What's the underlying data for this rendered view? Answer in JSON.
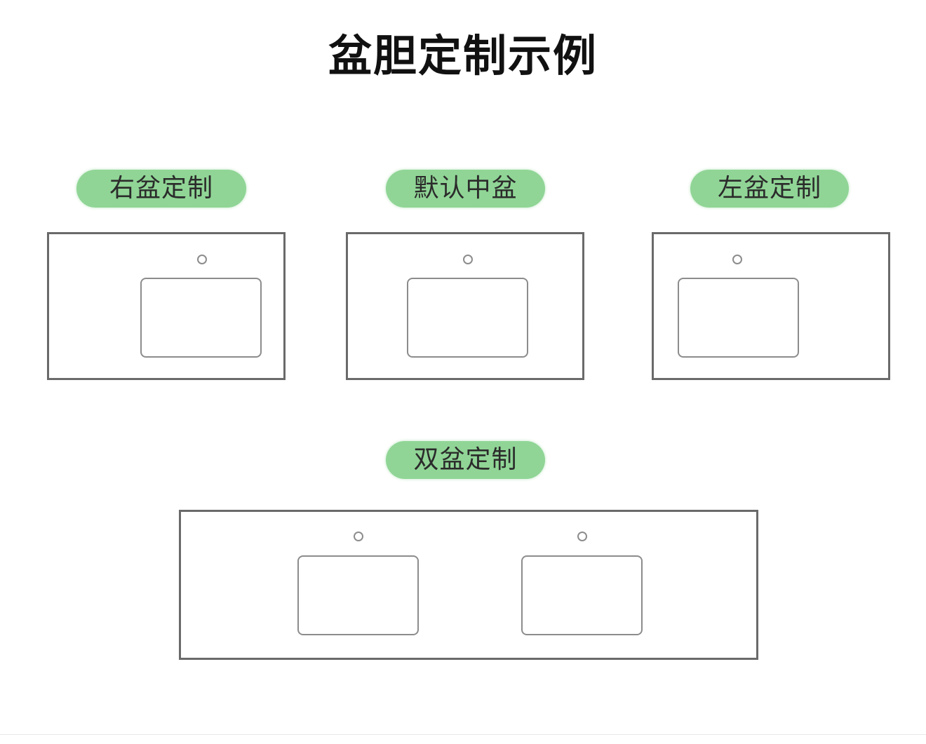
{
  "title": "盆胆定制示例",
  "colors": {
    "pill_background": "#90d596",
    "panel_border": "#6a6a6a",
    "basin_border": "#8c8c8c",
    "title_text": "#111111"
  },
  "examples": [
    {
      "label": "右盆定制"
    },
    {
      "label": "默认中盆"
    },
    {
      "label": "左盆定制"
    },
    {
      "label": "双盆定制"
    }
  ]
}
